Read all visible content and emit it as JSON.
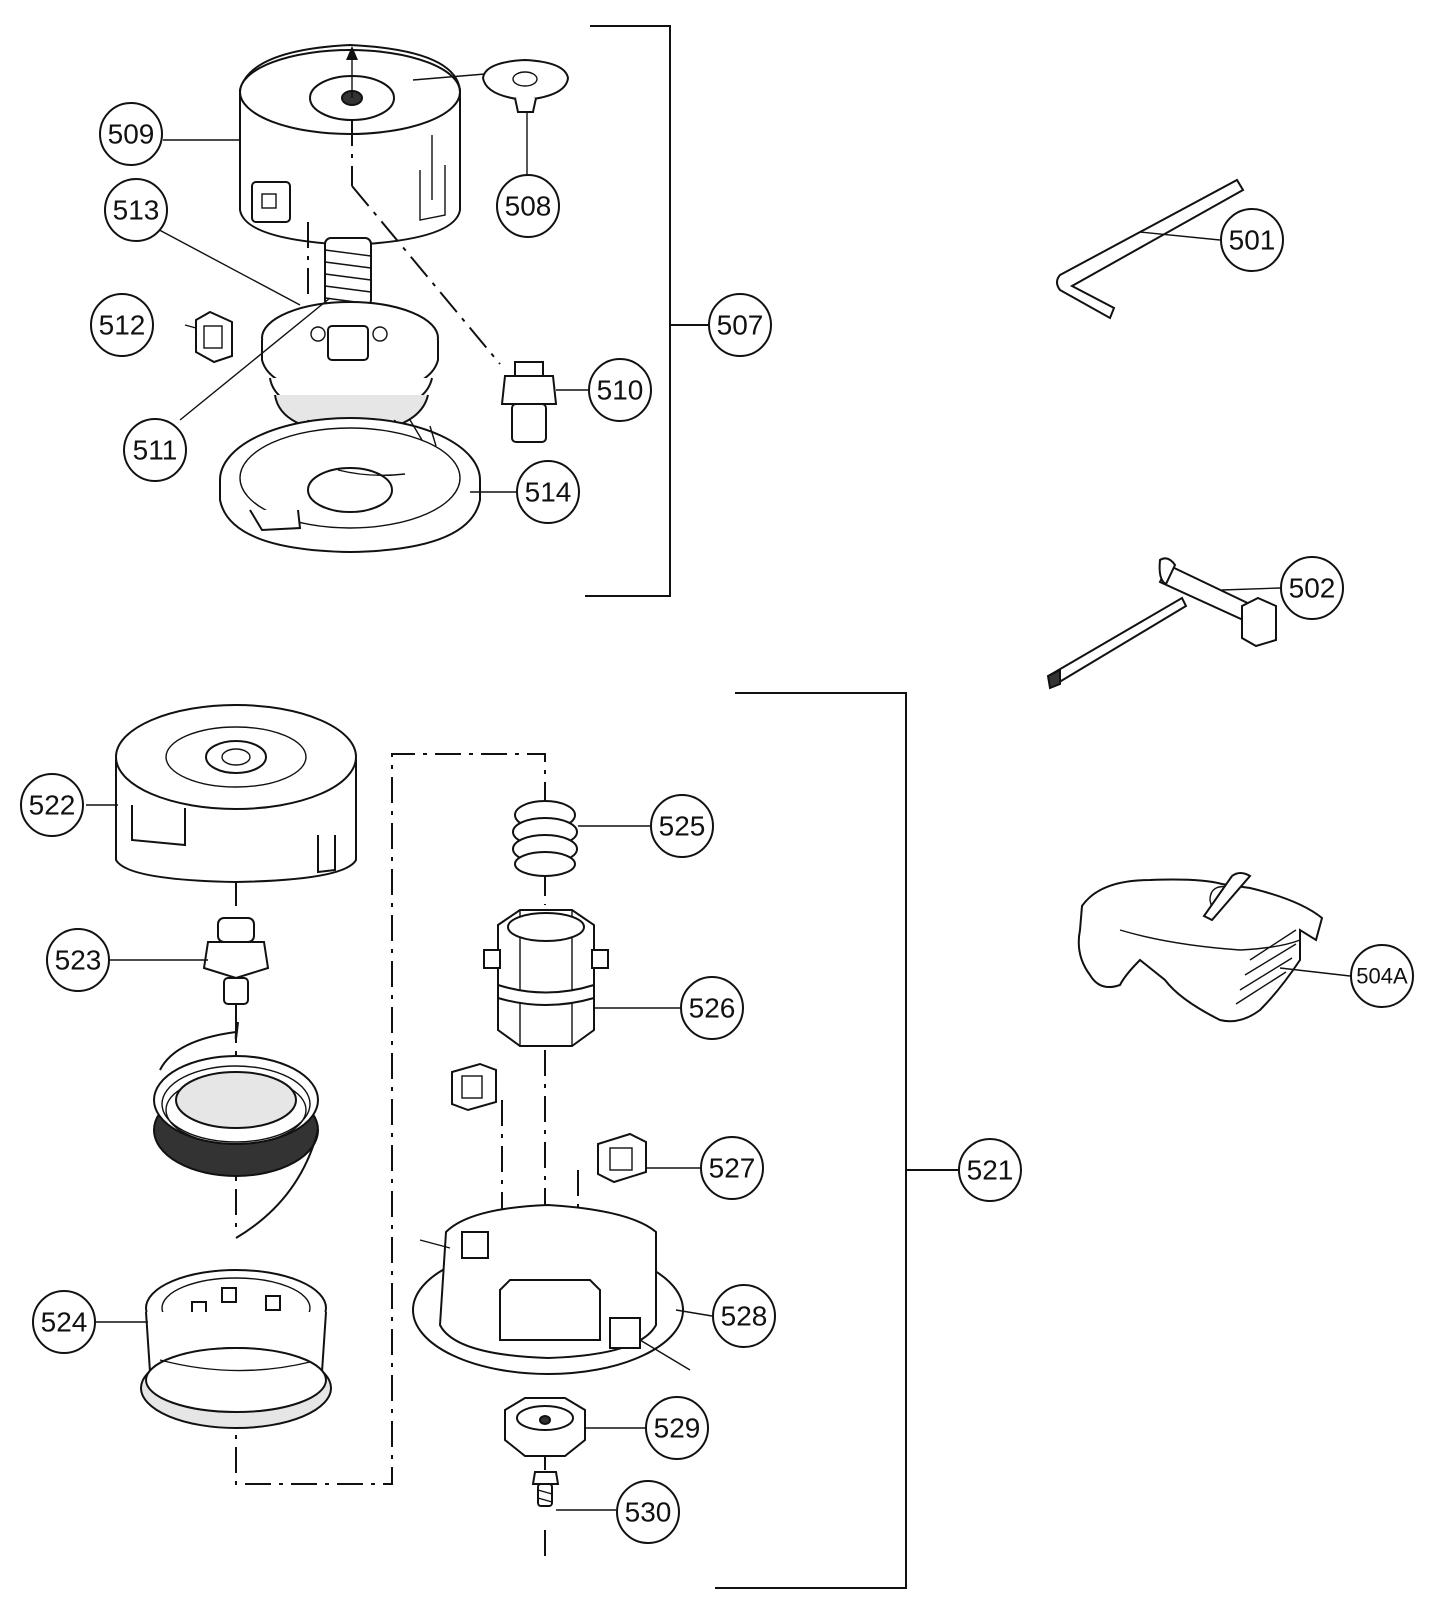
{
  "callouts": [
    {
      "id": "501",
      "label": "501"
    },
    {
      "id": "502",
      "label": "502"
    },
    {
      "id": "504A",
      "label": "504A"
    },
    {
      "id": "507",
      "label": "507"
    },
    {
      "id": "508",
      "label": "508"
    },
    {
      "id": "509",
      "label": "509"
    },
    {
      "id": "510",
      "label": "510"
    },
    {
      "id": "511",
      "label": "511"
    },
    {
      "id": "512",
      "label": "512"
    },
    {
      "id": "513",
      "label": "513"
    },
    {
      "id": "514",
      "label": "514"
    },
    {
      "id": "521",
      "label": "521"
    },
    {
      "id": "522",
      "label": "522"
    },
    {
      "id": "523",
      "label": "523"
    },
    {
      "id": "524",
      "label": "524"
    },
    {
      "id": "525",
      "label": "525"
    },
    {
      "id": "526",
      "label": "526"
    },
    {
      "id": "527",
      "label": "527"
    },
    {
      "id": "528",
      "label": "528"
    },
    {
      "id": "529",
      "label": "529"
    },
    {
      "id": "530",
      "label": "530"
    }
  ]
}
